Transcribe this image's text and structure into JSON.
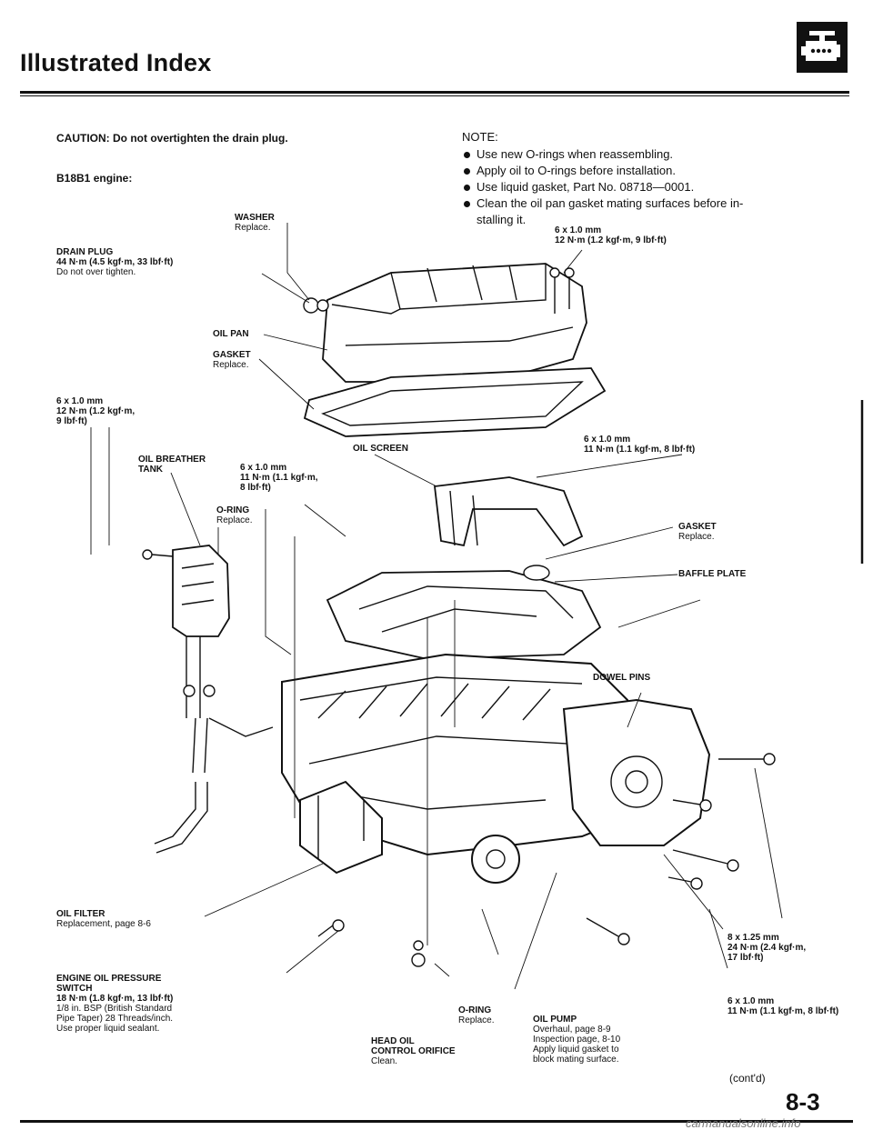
{
  "header": {
    "title": "Illustrated Index",
    "icon": "engine-block-icon"
  },
  "caution": {
    "label": "CAUTION:",
    "text": "Do not overtighten the drain plug."
  },
  "engine_label": "B18B1 engine:",
  "notes": {
    "heading": "NOTE:",
    "items": [
      "Use new O-rings when reassembling.",
      "Apply oil to O-rings before installation.",
      "Use liquid gasket, Part No. 08718—0001.",
      "Clean the oil pan gasket mating surfaces before in-",
      "stalling it."
    ]
  },
  "labels": {
    "washer": {
      "name": "WASHER",
      "note": "Replace."
    },
    "drain_plug": {
      "name": "DRAIN PLUG",
      "spec": "44 N·m (4.5 kgf·m, 33 lbf·ft)",
      "note": "Do not over tighten."
    },
    "bolt_top_right": {
      "size": "6 x 1.0 mm",
      "spec": "12 N·m (1.2 kgf·m, 9 lbf·ft)"
    },
    "oil_pan": {
      "name": "OIL PAN"
    },
    "gasket_pan": {
      "name": "GASKET",
      "note": "Replace."
    },
    "bolt_left": {
      "size": "6 x 1.0 mm",
      "spec1": "12 N·m (1.2 kgf·m,",
      "spec2": "9 lbf·ft)"
    },
    "oil_screen": {
      "name": "OIL SCREEN"
    },
    "bolt_right_screen": {
      "size": "6 x 1.0 mm",
      "spec": "11 N·m (1.1 kgf·m, 8 lbf·ft)"
    },
    "breather": {
      "line1": "OIL BREATHER",
      "line2": "TANK"
    },
    "bolt_mid": {
      "size": "6 x 1.0 mm",
      "spec1": "11 N·m (1.1 kgf·m,",
      "spec2": "8 lbf·ft)"
    },
    "oring_top": {
      "name": "O-RING",
      "note": "Replace."
    },
    "gasket_screen": {
      "name": "GASKET",
      "note": "Replace."
    },
    "baffle": {
      "name": "BAFFLE PLATE"
    },
    "dowel": {
      "name": "DOWEL PINS"
    },
    "oil_filter": {
      "name": "OIL FILTER",
      "note": "Replacement, page 8-6"
    },
    "bolt_big": {
      "size": "8 x 1.25 mm",
      "spec1": "24 N·m (2.4 kgf·m,",
      "spec2": "17 lbf·ft)"
    },
    "pressure_switch": {
      "line1": "ENGINE OIL PRESSURE",
      "line2": "SWITCH",
      "line3": "18 N·m (1.8 kgf·m, 13 lbf·ft)",
      "line4": "1/8 in. BSP (British Standard",
      "line5": "Pipe Taper) 28 Threads/inch.",
      "line6": "Use proper liquid sealant."
    },
    "oring_bottom": {
      "name": "O-RING",
      "note": "Replace."
    },
    "orifice": {
      "line1": "HEAD OIL",
      "line2": "CONTROL ORIFICE",
      "note": "Clean."
    },
    "oil_pump": {
      "name": "OIL PUMP",
      "line2": "Overhaul, page 8-9",
      "line3": "Inspection page, 8-10",
      "line4": "Apply liquid gasket to",
      "line5": "block mating surface."
    },
    "bolt_bottom_right": {
      "size": "6 x 1.0 mm",
      "spec": "11 N·m (1.1 kgf·m, 8 lbf·ft)"
    }
  },
  "footer": {
    "continued": "(cont'd)",
    "page": "8-3",
    "watermark": "carmanualsonline.info"
  }
}
